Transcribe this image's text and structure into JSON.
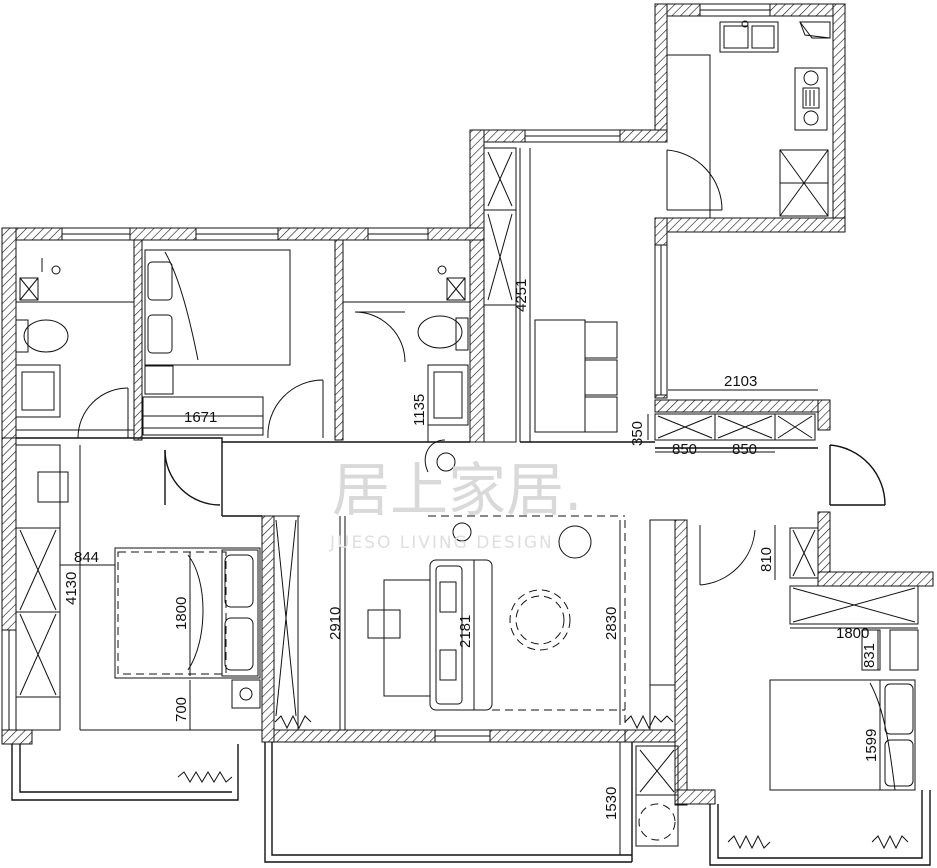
{
  "watermark": {
    "brand": "居上家居.",
    "subtitle": "JUESO LIVING DESIGN"
  },
  "dimensions": {
    "d4251": "4251",
    "d1671": "1671",
    "d1135": "1135",
    "d2103": "2103",
    "d350": "350",
    "d850a": "850",
    "d850b": "850",
    "d844": "844",
    "d4130": "4130",
    "d1800a": "1800",
    "d700": "700",
    "d2910": "2910",
    "d2181": "2181",
    "d2830": "2830",
    "d810": "810",
    "d1800b": "1800",
    "d831": "831",
    "d1599": "1599",
    "d1530": "1530"
  }
}
